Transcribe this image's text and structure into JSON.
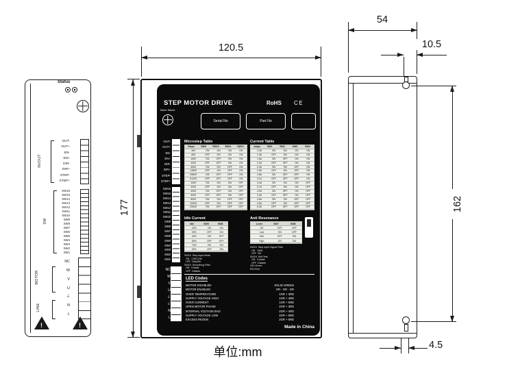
{
  "unit_label": "单位:mm",
  "dims": {
    "w": "120.5",
    "h": "177",
    "d": "54",
    "off": "10.5",
    "mh": "162",
    "slot": "4.5"
  },
  "left_view": {
    "status": "Status",
    "groups": {
      "io": "IN/OUT",
      "sw": "SW",
      "motor": "MOTOR",
      "line": "LINE"
    },
    "io": [
      "OUT-",
      "OUT+",
      "EN-",
      "EN+",
      "DIR-",
      "DIR+",
      "STEP-",
      "STEP+"
    ],
    "sw_hi": [
      "SW16",
      "SW15",
      "SW14",
      "SW13",
      "SW12",
      "SW11",
      "SW10",
      "SW9"
    ],
    "sw_lo": [
      "SW8",
      "SW7",
      "SW6",
      "SW5",
      "SW4",
      "SW3",
      "SW2",
      "SW1"
    ],
    "term": [
      "NC",
      "W",
      "V",
      "U",
      "⏚",
      "N",
      "L"
    ]
  },
  "panel": {
    "title": "STEP MOTOR DRIVE",
    "rohs": "RoHS",
    "ce": "CE",
    "motor_select": "Motor Select",
    "serial": "Serial No",
    "part": "Part No",
    "io": [
      "OUT-",
      "OUT+",
      "EN-",
      "EN+",
      "DIR-",
      "DIR+",
      "STEP-",
      "STEP+"
    ],
    "sw_hi": [
      "SW16",
      "SW15",
      "SW14",
      "SW13",
      "SW12",
      "SW11",
      "SW10",
      "SW9"
    ],
    "sw_lo": [
      "SW8",
      "SW7",
      "SW6",
      "SW5",
      "SW4",
      "SW3",
      "SW2",
      "SW1"
    ],
    "term": [
      "NC",
      "W",
      "V",
      "U",
      "⏚",
      "⏚",
      "N",
      "L"
    ],
    "microstep": {
      "title": "Microstep Table",
      "header": [
        "Steps",
        "SW9",
        "SW10",
        "SW11",
        "SW12"
      ],
      "rows": [
        [
          "400",
          "ON",
          "ON",
          "ON",
          "ON"
        ],
        [
          "800",
          "OFF",
          "ON",
          "ON",
          "ON"
        ],
        [
          "1600",
          "ON",
          "OFF",
          "ON",
          "ON"
        ],
        [
          "3200",
          "OFF",
          "OFF",
          "ON",
          "ON"
        ],
        [
          "6400",
          "ON",
          "ON",
          "OFF",
          "ON"
        ],
        [
          "12800",
          "OFF",
          "ON",
          "OFF",
          "ON"
        ],
        [
          "25600",
          "ON",
          "OFF",
          "OFF",
          "ON"
        ],
        [
          "51200",
          "OFF",
          "OFF",
          "OFF",
          "ON"
        ],
        [
          "1000",
          "ON",
          "ON",
          "ON",
          "OFF"
        ],
        [
          "2000",
          "OFF",
          "ON",
          "ON",
          "OFF"
        ],
        [
          "4000",
          "ON",
          "OFF",
          "ON",
          "OFF"
        ],
        [
          "5000",
          "OFF",
          "OFF",
          "ON",
          "OFF"
        ],
        [
          "8000",
          "ON",
          "ON",
          "OFF",
          "OFF"
        ],
        [
          "10000",
          "OFF",
          "ON",
          "OFF",
          "OFF"
        ],
        [
          "20000",
          "ON",
          "OFF",
          "OFF",
          "OFF"
        ]
      ]
    },
    "current": {
      "title": "Current Table",
      "header": [
        "Amps",
        "SW1",
        "SW2",
        "SW3",
        "SW4"
      ],
      "rows": [
        [
          "1.0A",
          "ON",
          "ON",
          "ON",
          "ON"
        ],
        [
          "1.3A",
          "OFF",
          "ON",
          "ON",
          "ON"
        ],
        [
          "1.6A",
          "ON",
          "OFF",
          "ON",
          "ON"
        ],
        [
          "1.9A",
          "OFF",
          "OFF",
          "ON",
          "ON"
        ],
        [
          "2.2A",
          "ON",
          "ON",
          "OFF",
          "ON"
        ],
        [
          "2.5A",
          "OFF",
          "ON",
          "OFF",
          "ON"
        ],
        [
          "2.8A",
          "ON",
          "OFF",
          "OFF",
          "ON"
        ],
        [
          "3.1A",
          "OFF",
          "OFF",
          "OFF",
          "ON"
        ],
        [
          "3.4A",
          "ON",
          "ON",
          "ON",
          "OFF"
        ],
        [
          "3.7A",
          "OFF",
          "ON",
          "ON",
          "OFF"
        ],
        [
          "4.0A",
          "ON",
          "OFF",
          "ON",
          "OFF"
        ],
        [
          "4.3A",
          "OFF",
          "OFF",
          "ON",
          "OFF"
        ],
        [
          "4.6A",
          "ON",
          "ON",
          "OFF",
          "OFF"
        ],
        [
          "4.9A",
          "OFF",
          "ON",
          "OFF",
          "OFF"
        ],
        [
          "5.2A",
          "OFF",
          "OFF",
          "OFF",
          "OFF"
        ]
      ]
    },
    "idle": {
      "title": "Idle Current",
      "header": [
        "Idle",
        "SW5",
        "SW6"
      ],
      "rows": [
        [
          "20%",
          "ON",
          "ON"
        ],
        [
          "30%",
          "OFF",
          "ON"
        ],
        [
          "40%",
          "ON",
          "OFF"
        ],
        [
          "50%",
          "OFF",
          "OFF"
        ],
        [
          "70%",
          "ON",
          "ON"
        ],
        [
          "90%",
          "OFF",
          "ON"
        ]
      ]
    },
    "antires": {
      "title": "Anti Resonance",
      "header": [
        "Level",
        "SW7",
        "SW8"
      ],
      "rows": [
        [
          "Off",
          "OFF",
          "OFF"
        ],
        [
          "Low",
          "ON",
          "OFF"
        ],
        [
          "Mid",
          "OFF",
          "ON"
        ],
        [
          "High",
          "ON",
          "ON"
        ]
      ]
    },
    "notes_left": [
      "SW15  Step Input Mode",
      "  ON   CW/CCW",
      "  OFF  Step/Dir",
      "SW15  Smoothing Filter",
      "  ON   Enable",
      "  OFF  Disable"
    ],
    "notes_right": [
      "SW16  Step Input Signal Filter",
      "  ON   150K",
      "  OFF  2M",
      "SW16  Self Test",
      "  ON   Enable",
      "  OFF  Disable",
      "GR=Green",
      "RD=Red"
    ],
    "led": {
      "title": "LED Codes",
      "rows": [
        {
          "label": "MOTOR DISABLED",
          "value": "SOLID GREEN"
        },
        {
          "label": "MOTOR ENABLED",
          "value": "GR - GR - GR"
        },
        {
          "label": "OVER TEMPERATURE",
          "value": "1GR + 3RD"
        },
        {
          "label": "SUPPLY VOLTAGE HIGH",
          "value": "1GR + 4RD"
        },
        {
          "label": "OVER CURRENT",
          "value": "1GR + 5RD"
        },
        {
          "label": "OPEN MOTOR PHASE",
          "value": "2GR + 3RD"
        },
        {
          "label": "INTERNAL VOLTAGE BAD",
          "value": "2GR + 4RD"
        },
        {
          "label": "SUPPLY VOLTAGE LOW",
          "value": "2GR + 5RD"
        },
        {
          "label": "EXCESS REGEN",
          "value": "2GR + 6RD"
        }
      ]
    },
    "made_in": "Made in China"
  }
}
